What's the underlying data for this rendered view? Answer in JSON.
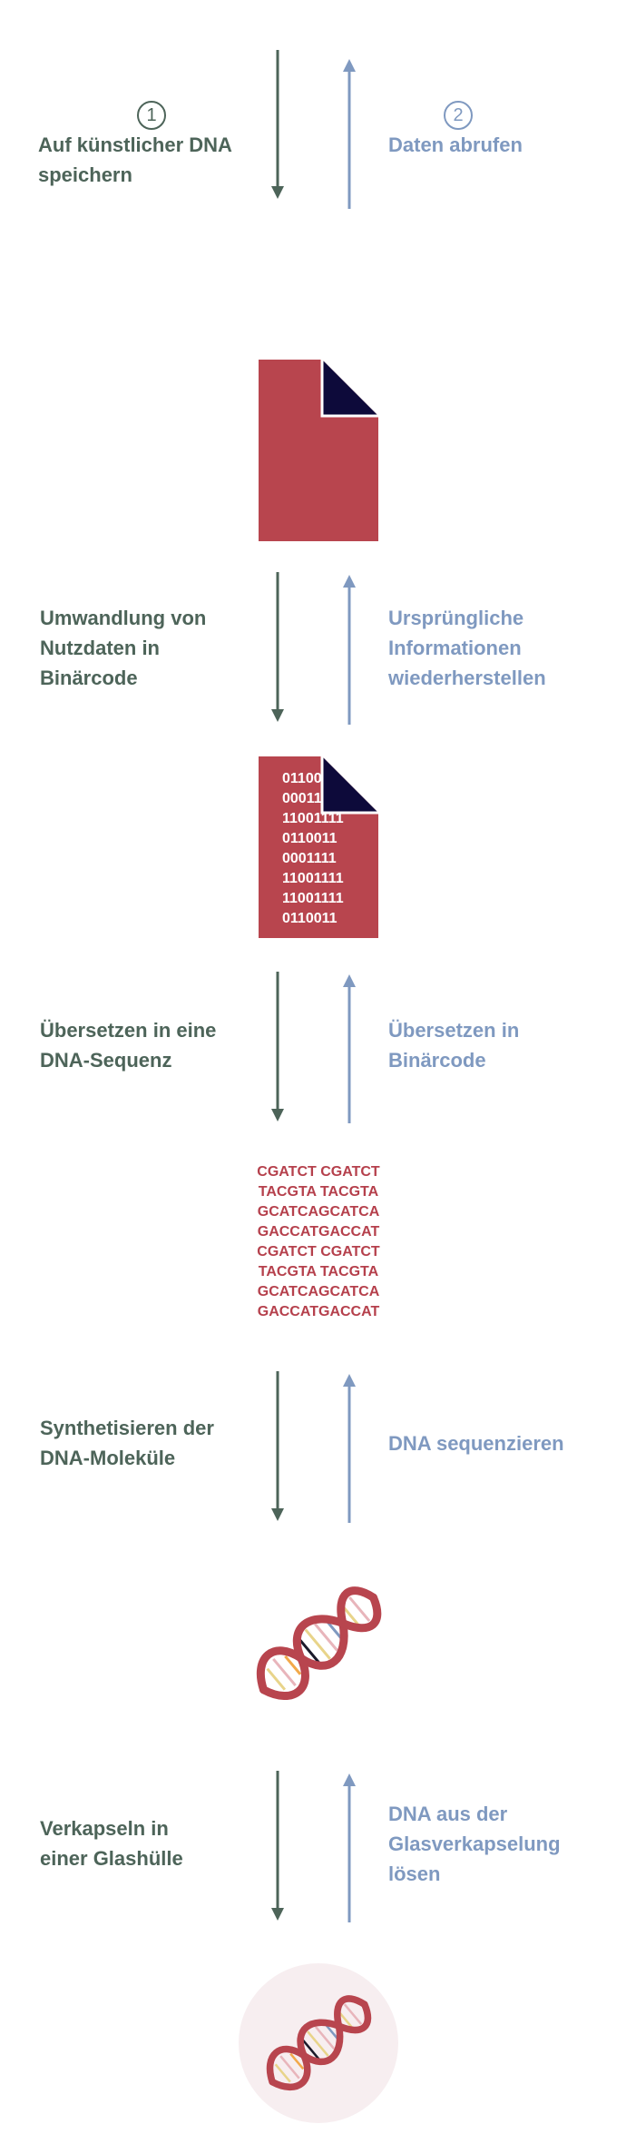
{
  "steps": {
    "store": {
      "number": "1",
      "label": [
        "Auf künstlicher DNA",
        "speichern"
      ]
    },
    "retrieve": {
      "number": "2",
      "label": [
        "Daten abrufen"
      ]
    }
  },
  "stages": {
    "binary": {
      "encode": [
        "Umwandlung von",
        "Nutzdaten in",
        "Binärcode"
      ],
      "decode": [
        "Ursprüngliche",
        "Informationen",
        "wiederherstellen"
      ]
    },
    "sequence": {
      "encode": [
        "Übersetzen in eine",
        "DNA-Sequenz"
      ],
      "decode": [
        "Übersetzen in",
        "Binärcode"
      ]
    },
    "synthesis": {
      "encode": [
        "Synthetisieren der",
        "DNA-Moleküle"
      ],
      "decode": [
        "DNA sequenzieren"
      ]
    },
    "encapsulation": {
      "encode": [
        "Verkapseln in",
        "einer Glashülle"
      ],
      "decode": [
        "DNA aus der",
        "Glasverkapselung",
        "lösen"
      ]
    }
  },
  "binary_lines": [
    "0110011",
    "0001111",
    "11001111",
    "0110011",
    "0001111",
    "11001111",
    "11001111",
    "0110011"
  ],
  "dna_lines": [
    "CGATCT CGATCT",
    "TACGTA TACGTA",
    "GCATCAGCATCA",
    "GACCATGACCAT",
    "CGATCT CGATCT",
    "TACGTA TACGTA",
    "GCATCAGCATCA",
    "GACCATGACCAT"
  ],
  "colors": {
    "encode": "#4d6459",
    "decode": "#7f99c0",
    "document": "#b8454e",
    "document_fold": "#0d0a3a",
    "dna_text": "#b5404c",
    "capsule": "#f7eef0"
  },
  "icons": {
    "file": "document-icon",
    "binary_file": "binary-document-icon",
    "helix": "dna-helix-icon",
    "capsule": "glass-capsule-icon"
  }
}
